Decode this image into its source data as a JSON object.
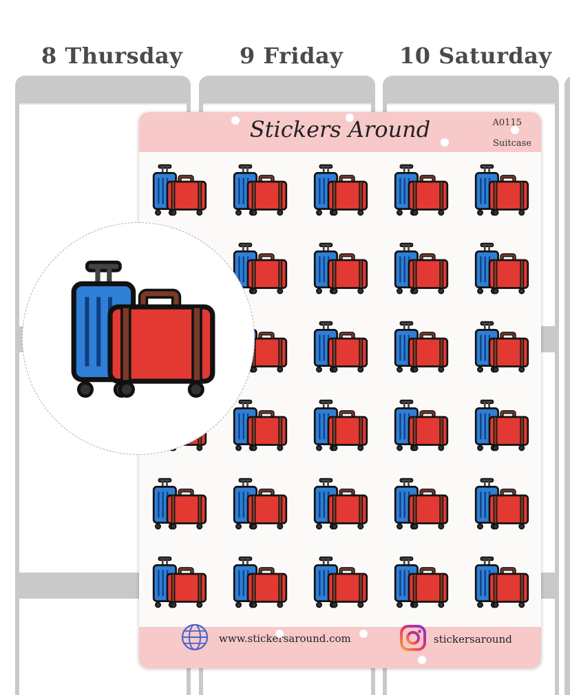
{
  "planner": {
    "days": [
      {
        "label": "8 Thursday"
      },
      {
        "label": "9 Friday"
      },
      {
        "label": "10 Saturday"
      }
    ]
  },
  "sticker_sheet": {
    "brand": "Stickers Around",
    "code": "A0115",
    "name": "Suitcase",
    "rows": 6,
    "columns": 5,
    "sticker_icon": "suitcase-icon",
    "website": "www.stickersaround.com",
    "instagram": "stickersaround",
    "colors": {
      "header_band": "#f7c9c9",
      "blue_case": "#2f7fd6",
      "red_case": "#e23a33",
      "strap_brown": "#7a3a2a"
    }
  }
}
